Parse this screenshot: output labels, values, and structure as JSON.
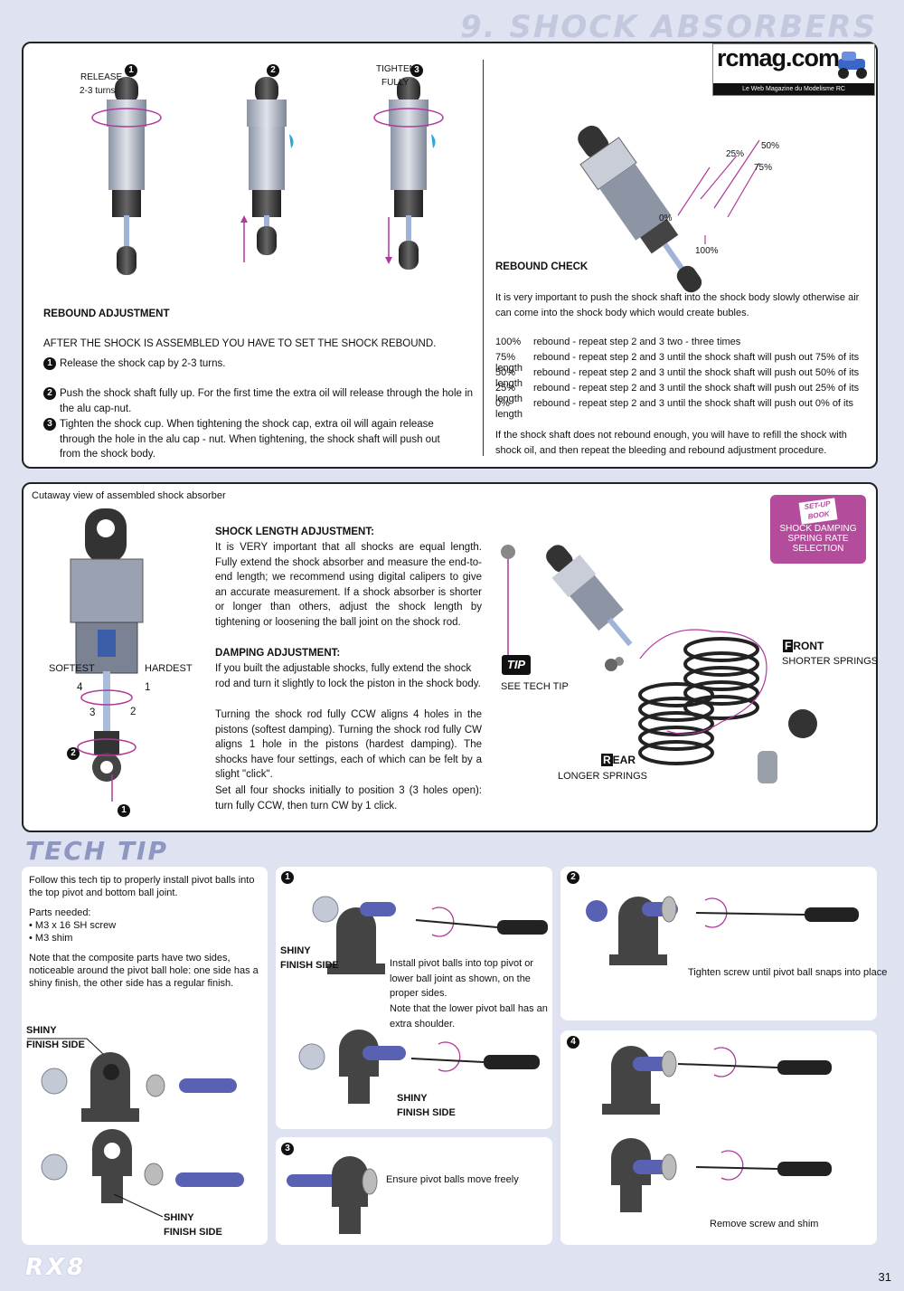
{
  "header": {
    "title": "9. SHOCK ABSORBERS"
  },
  "logo": {
    "name": "rcmag.com",
    "tagline": "Le Web Magazine du Modelisme RC"
  },
  "rebound_adjustment": {
    "step_labels": {
      "release": "RELEASE",
      "release_turns": "2-3 turns",
      "tighten": "TIGHTEN",
      "fully": "FULLY"
    },
    "step_numbers": [
      "1",
      "2",
      "3"
    ],
    "heading": "REBOUND ADJUSTMENT",
    "intro": "AFTER THE SHOCK IS ASSEMBLED YOU HAVE TO SET THE SHOCK REBOUND.",
    "steps": [
      "Release the shock cap by 2-3 turns.",
      "Push the shock shaft fully up. For the first time the extra oil will release through the hole in the alu cap-nut.",
      "Tighten the shock cup. When tightening the shock cap, extra oil will again release through the hole in the alu cap - nut. When tightening, the shock shaft will push out from the shock body."
    ]
  },
  "rebound_check": {
    "percent_labels": [
      "50%",
      "25%",
      "75%",
      "0%",
      "100%"
    ],
    "heading": "REBOUND CHECK",
    "intro": "It is very important to push the shock shaft into the shock body slowly otherwise air can come into the shock body which would create bubles.",
    "rows": [
      {
        "pct": "100%",
        "text": "rebound - repeat step 2 and 3 two - three times"
      },
      {
        "pct": "75%",
        "text": "rebound - repeat step 2 and 3  until the shock shaft will push out 75% of its length"
      },
      {
        "pct": "50%",
        "text": "rebound - repeat step 2 and 3  until the shock shaft will push out 50% of its length"
      },
      {
        "pct": "25%",
        "text": "rebound - repeat step 2 and 3  until the shock shaft will push out 25% of its length"
      },
      {
        "pct": "0%",
        "text": "rebound - repeat step 2 and 3  until the shock shaft will push out 0% of its length"
      }
    ],
    "footer": "If the shock shaft does not rebound enough, you will have to refill the shock with shock oil, and then repeat the bleeding and rebound adjustment procedure."
  },
  "cutaway": {
    "caption": "Cutaway view of  assembled shock absorber",
    "softest": "SOFTEST",
    "hardest": "HARDEST",
    "positions": [
      "4",
      "1",
      "3",
      "2"
    ],
    "markers": [
      "2",
      "1"
    ]
  },
  "shock_length": {
    "heading": "SHOCK LENGTH ADJUSTMENT:",
    "body": "It is VERY important that all shocks are equal length. Fully extend the shock absorber and measure the end-to-end length; we recommend using digital calipers to give an accurate measurement. If a shock absorber is shorter or longer than others, adjust the shock length by tightening or loosening the ball joint on the shock rod."
  },
  "damping": {
    "heading": "DAMPING ADJUSTMENT:",
    "p1": "If you built the adjustable shocks, fully extend the shock rod and turn it slightly to lock the piston in the shock body.",
    "p2": "Turning the shock rod fully CCW aligns 4 holes in the pistons (softest damping). Turning the shock rod fully CW aligns 1 hole in the pistons (hardest damping). The shocks have four settings, each of which can be felt by a slight \"click\".",
    "p3": "Set all four shocks initially to position 3 (3 holes open): turn fully CCW, then turn CW by 1 click."
  },
  "setup_book": {
    "badge": "SET-UP BOOK",
    "line1": "SHOCK DAMPING",
    "line2": "SPRING RATE SELECTION"
  },
  "springs": {
    "tip_badge": "TIP",
    "see_tech_tip": "SEE TECH TIP",
    "front_initial": "F",
    "front_rest": "RONT",
    "front_sub": "SHORTER SPRINGS",
    "rear_initial": "R",
    "rear_rest": "EAR",
    "rear_sub": "LONGER SPRINGS"
  },
  "tech_tip": {
    "title": "TECH TIP",
    "intro": "Follow this tech tip to properly install pivot balls into the top pivot and bottom ball joint.",
    "parts_heading": "Parts needed:",
    "parts": [
      "• M3 x 16 SH screw",
      "• M3 shim"
    ],
    "note": "Note that the composite parts have two sides, noticeable around the pivot ball hole: one side has a shiny finish, the other side has a regular finish.",
    "shiny_1": "SHINY",
    "finish_1": "FINISH SIDE",
    "shiny_2": "SHINY",
    "finish_2": "FINISH SIDE",
    "step_numbers": [
      "1",
      "2",
      "3",
      "4"
    ],
    "step1_shiny": "SHINY",
    "step1_finish": "FINISH SIDE",
    "step1_text": "Install pivot balls into top pivot or lower ball joint as shown, on the proper sides.",
    "step1_note": "Note that the lower pivot ball has an extra shoulder.",
    "step1b_shiny": "SHINY",
    "step1b_finish": "FINISH SIDE",
    "step2_text": "Tighten screw until pivot ball snaps into place",
    "step3_text": "Ensure pivot balls move freely",
    "step4_text": "Remove screw and shim"
  },
  "footer": {
    "brand": "RX8",
    "page": "31"
  }
}
